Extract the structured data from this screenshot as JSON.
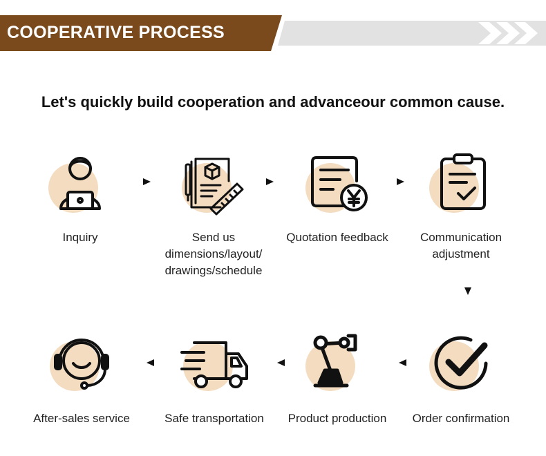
{
  "header": {
    "title": "COOPERATIVE PROCESS",
    "subtitle": "Let's quickly build cooperation and advanceour common cause."
  },
  "colors": {
    "brand_brown": "#7a4a1d",
    "circle_beige": "#f3dcc0",
    "banner_gray": "#e2e2e2",
    "icon_black": "#111111"
  },
  "steps": [
    {
      "label_lines": [
        "Inquiry"
      ],
      "icon": "customer-service-laptop-icon"
    },
    {
      "label_lines": [
        "Send us",
        "dimensions/layout/",
        "drawings/schedule"
      ],
      "icon": "blueprint-document-icon"
    },
    {
      "label_lines": [
        "Quotation feedback"
      ],
      "icon": "quotation-yen-icon"
    },
    {
      "label_lines": [
        "Communication",
        "adjustment"
      ],
      "icon": "clipboard-check-icon"
    },
    {
      "label_lines": [
        "Order confirmation"
      ],
      "icon": "check-circle-icon"
    },
    {
      "label_lines": [
        "Product production"
      ],
      "icon": "robot-arm-icon"
    },
    {
      "label_lines": [
        "Safe transportation"
      ],
      "icon": "delivery-truck-icon"
    },
    {
      "label_lines": [
        "After-sales service"
      ],
      "icon": "headset-icon"
    }
  ]
}
